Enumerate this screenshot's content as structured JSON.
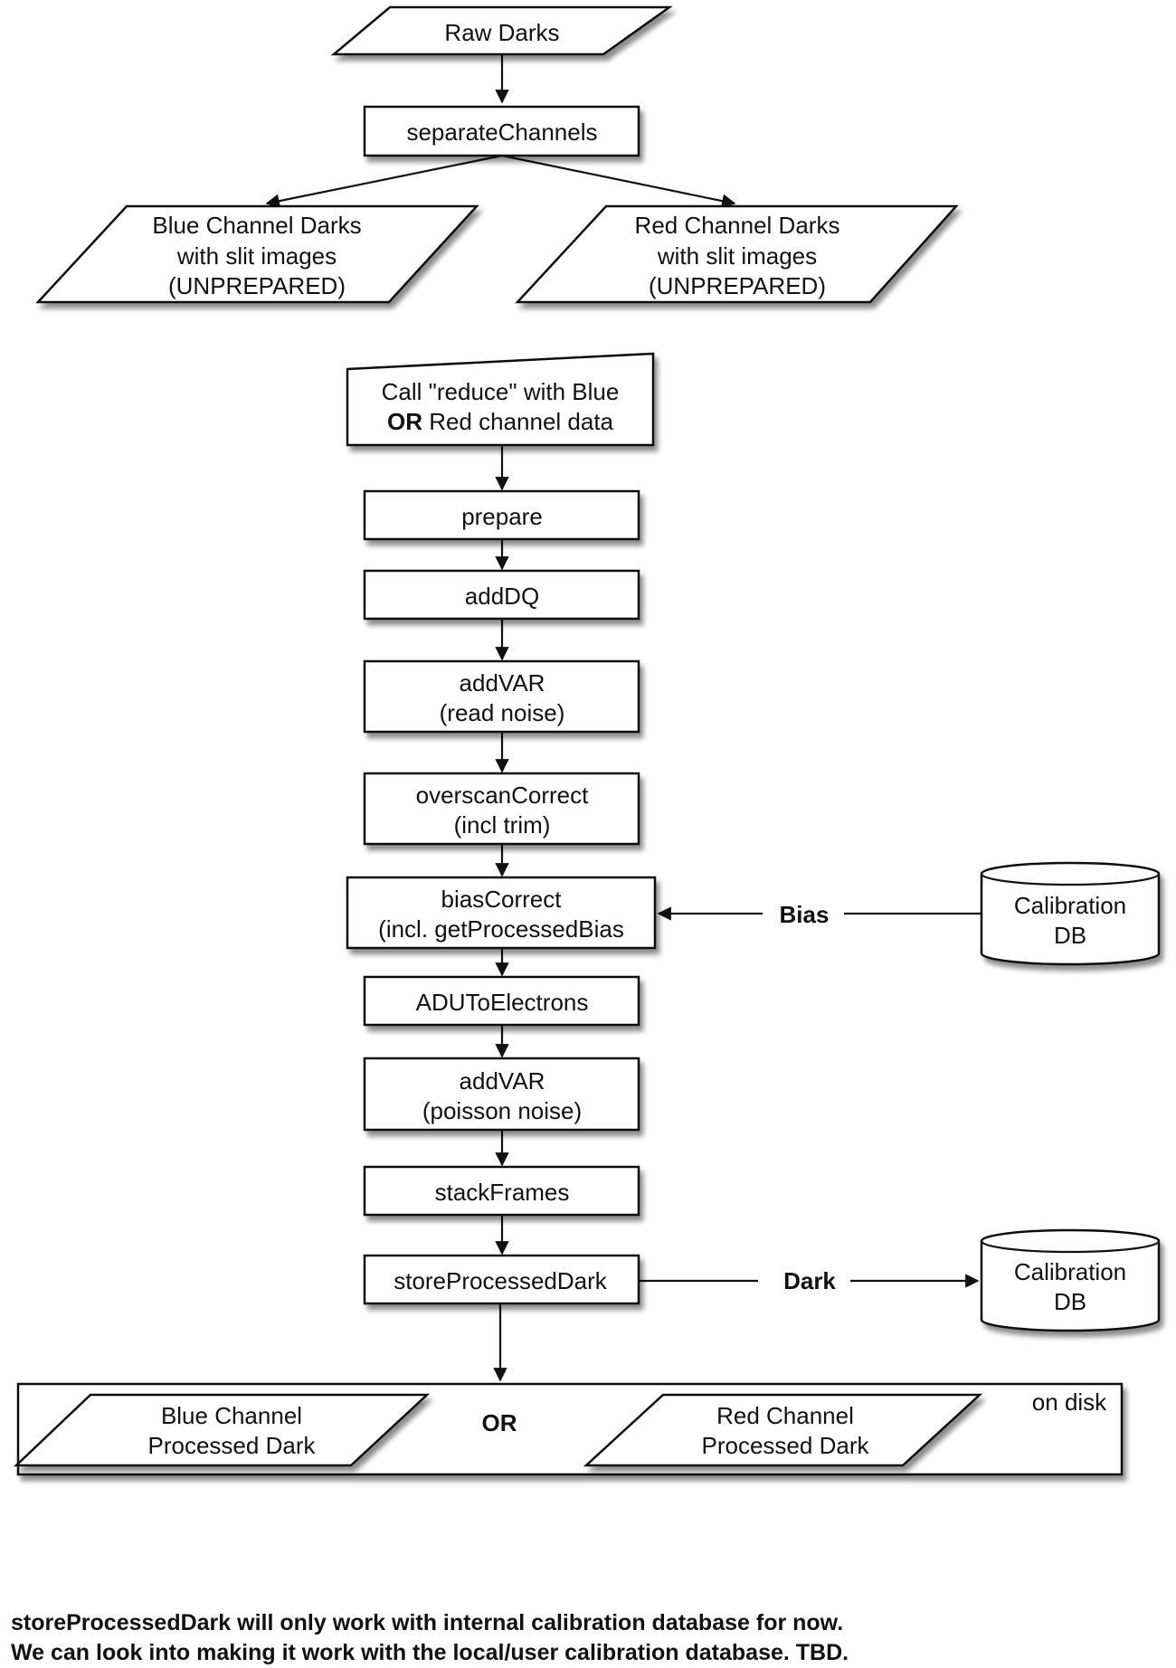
{
  "nodes": {
    "raw_darks": "Raw Darks",
    "separate_channels": "separateChannels",
    "blue_darks": [
      "Blue Channel Darks",
      "with slit images",
      "(UNPREPARED)"
    ],
    "red_darks": [
      "Red Channel Darks",
      "with slit images",
      "(UNPREPARED)"
    ],
    "call_reduce_line1": "Call \"reduce\" with Blue",
    "call_reduce_or": "OR",
    "call_reduce_line2_rest": " Red channel data",
    "prepare": "prepare",
    "add_dq": "addDQ",
    "add_var_read": [
      "addVAR",
      "(read noise)"
    ],
    "overscan_correct": [
      "overscanCorrect",
      "(incl trim)"
    ],
    "bias_correct": [
      "biasCorrect",
      "(incl. getProcessedBias"
    ],
    "adu_to_electrons": "ADUToElectrons",
    "add_var_poisson": [
      "addVAR",
      "(poisson noise)"
    ],
    "stack_frames": "stackFrames",
    "store_processed_dark": "storeProcessedDark",
    "calibration_db_bias": [
      "Calibration",
      "DB"
    ],
    "calibration_db_dark": [
      "Calibration",
      "DB"
    ],
    "blue_processed": [
      "Blue Channel",
      "Processed Dark"
    ],
    "red_processed": [
      "Red Channel",
      "Processed Dark"
    ],
    "on_disk": "on disk",
    "or_output": "OR"
  },
  "edges": {
    "bias_label": "Bias",
    "dark_label": "Dark"
  },
  "footnote": [
    "storeProcessedDark will only work with internal calibration database for now.",
    "We can look into making it work with the local/user calibration database.  TBD."
  ]
}
